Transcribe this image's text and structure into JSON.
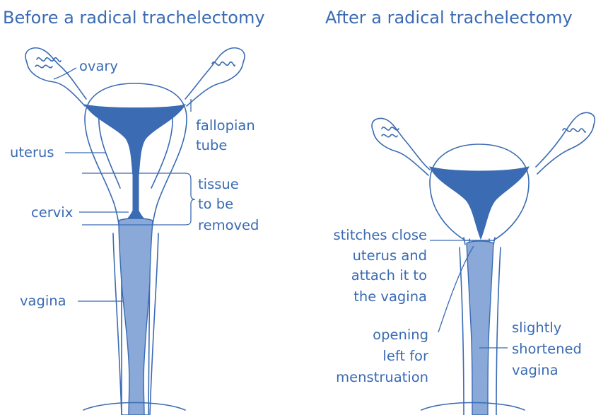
{
  "titles": {
    "before": "Before a radical trachelectomy",
    "after": "After a radical trachelectomy"
  },
  "before_labels": {
    "ovary": "ovary",
    "fallopian": [
      "fallopian",
      "tube"
    ],
    "uterus": "uterus",
    "cervix": "cervix",
    "tissue": [
      "tissue",
      "to be",
      "removed"
    ],
    "vagina": "vagina"
  },
  "after_labels": {
    "stitches": [
      "stitches close",
      "uterus and",
      "attach it to",
      "the vagina"
    ],
    "opening": [
      "opening",
      "left for",
      "menstruation"
    ],
    "shortened": [
      "slightly",
      "shortened",
      "vagina"
    ]
  },
  "colors": {
    "outline": "#3a6bb3",
    "dark_fill": "#3a6bb3",
    "light_fill": "#8aa8d8"
  }
}
